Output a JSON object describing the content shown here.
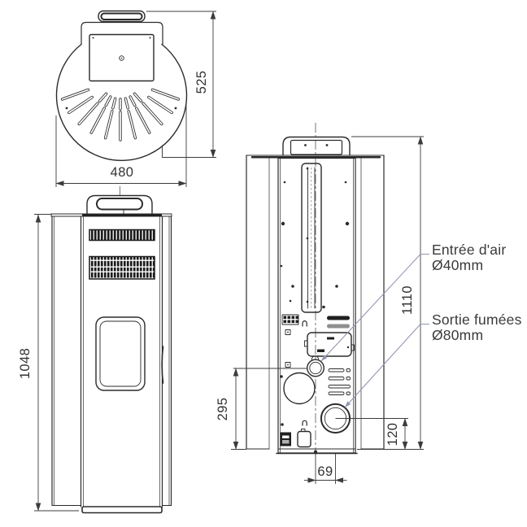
{
  "colors": {
    "line": "#2b2b2b",
    "leader": "#9296b2",
    "text": "#323232",
    "background": "#ffffff"
  },
  "top_view": {
    "width": "480",
    "depth": "525"
  },
  "front_view": {
    "height": "1048"
  },
  "rear_view": {
    "height": "1110",
    "air_inlet_height": "295",
    "flue_height": "120",
    "flue_offset": "69",
    "air_inlet_label_line1": "Entrée d'air",
    "air_inlet_label_line2": "Ø40mm",
    "flue_label_line1": "Sortie fumées",
    "flue_label_line2": "Ø80mm"
  }
}
